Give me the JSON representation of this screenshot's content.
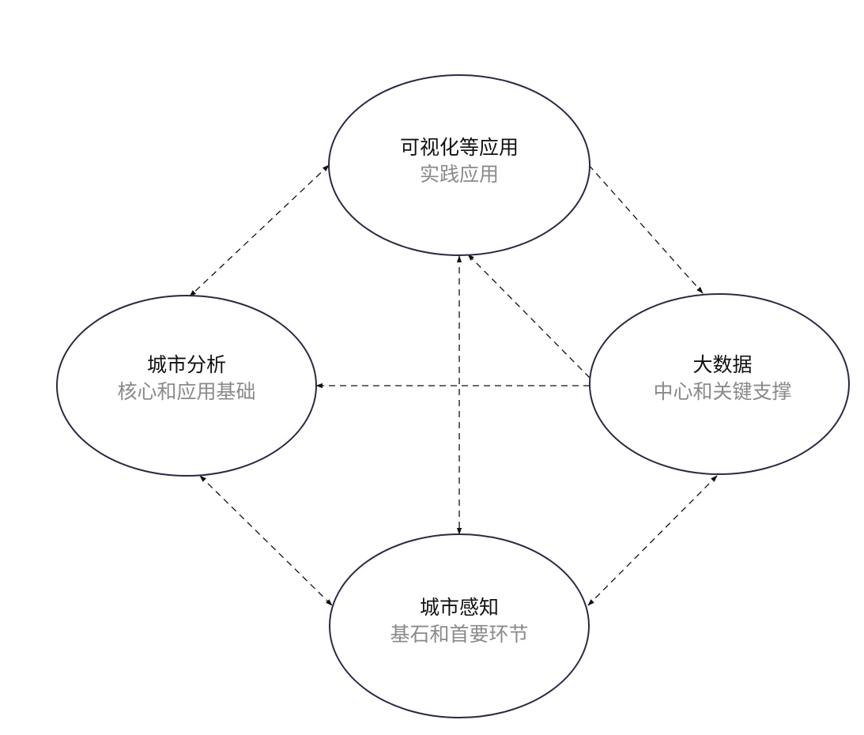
{
  "colors": {
    "node_border": "#2a2a44",
    "edge": "#111111",
    "title_text": "#111111",
    "subtitle_text": "#8a8a8a",
    "background": "#ffffff"
  },
  "nodes": {
    "visualization": {
      "title": "可视化等应用",
      "subtitle": "实践应用"
    },
    "analysis": {
      "title": "城市分析",
      "subtitle": "核心和应用基础"
    },
    "bigdata": {
      "title": "大数据",
      "subtitle": "中心和关键支撑"
    },
    "perception": {
      "title": "城市感知",
      "subtitle": "基石和首要环节"
    }
  },
  "edges": [
    {
      "from": "visualization",
      "to": "analysis",
      "direction": "both",
      "style": "dashed"
    },
    {
      "from": "visualization",
      "to": "bigdata",
      "direction": "forward",
      "style": "dashed"
    },
    {
      "from": "bigdata",
      "to": "visualization",
      "direction": "forward",
      "style": "dashed"
    },
    {
      "from": "bigdata",
      "to": "analysis",
      "direction": "forward",
      "style": "dashed"
    },
    {
      "from": "visualization",
      "to": "perception",
      "direction": "both",
      "style": "dashed"
    },
    {
      "from": "analysis",
      "to": "perception",
      "direction": "both",
      "style": "dashed"
    },
    {
      "from": "bigdata",
      "to": "perception",
      "direction": "both",
      "style": "dashed"
    }
  ]
}
